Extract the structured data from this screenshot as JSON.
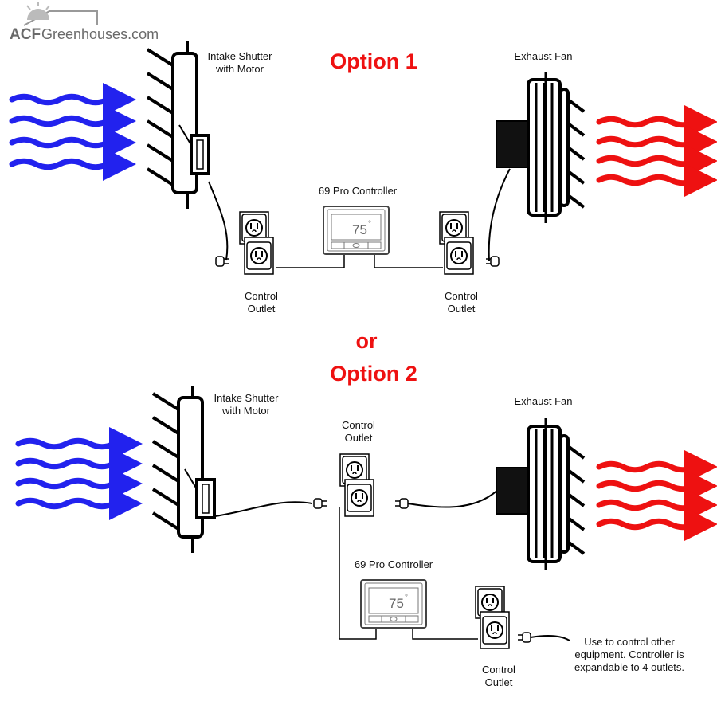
{
  "logo": {
    "brand": "ACF",
    "rest": "Greenhouses.com"
  },
  "headings": {
    "option1": "Option 1",
    "or": "or",
    "option2": "Option 2"
  },
  "labels": {
    "intake_line1": "Intake Shutter",
    "intake_line2": "with Motor",
    "exhaust": "Exhaust Fan",
    "controller": "69 Pro Controller",
    "control": "Control",
    "outlet": "Outlet",
    "note_line1": "Use to control other",
    "note_line2": "equipment. Controller is",
    "note_line3": "expandable to 4 outlets."
  },
  "controller_display": {
    "temperature": "75",
    "degree": "°"
  },
  "colors": {
    "heading": "#ee1111",
    "intake_air": "#2222ee",
    "exhaust_air": "#ee1111",
    "logo": "#6a6a6a"
  }
}
